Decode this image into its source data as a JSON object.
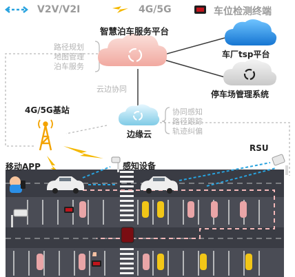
{
  "legend": {
    "v2v": "V2V/V2I",
    "g45": "4G/5G",
    "terminal": "车位检测终端"
  },
  "nodes": {
    "platform": "智慧泊车服务平台",
    "oem_tsp": "车厂tsp平台",
    "parking_mgmt": "停车场管理系统",
    "edge_cloud": "边缘云",
    "base_station": "4G/5G基站",
    "mobile_app": "移动APP",
    "sensing": "感知设备",
    "rsu": "RSU"
  },
  "annotations": {
    "platform_functions": [
      "路径规划",
      "地图管理",
      "泊车服务"
    ],
    "cloud_edge": "云边协同",
    "edge_functions": [
      "协同感知",
      "路径跟踪",
      "轨迹纠偏"
    ]
  },
  "colors": {
    "v2v_line": "#29a3df",
    "g45_bolt": "#f5b800",
    "terminal": "#c0141c",
    "platform_cloud": "#f6c9c3",
    "oem_cloud": "#2b8fe6",
    "parking_cloud": "#d8d8d8",
    "edge_cloud": "#8fd3ec",
    "road": "#3a3c44",
    "lane_mark": "#f3b8b8"
  }
}
